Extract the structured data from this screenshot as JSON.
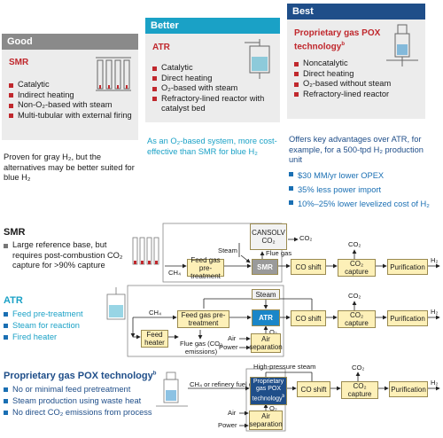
{
  "cards": {
    "good": {
      "header": "Good",
      "title": "SMR",
      "bullets": [
        "Catalytic",
        "Indirect heating",
        "Non-O₂-based with steam",
        "Multi-tubular with external firing"
      ],
      "note": "Proven for gray H₂, but the alternatives may be better suited for blue H₂"
    },
    "better": {
      "header": "Better",
      "title": "ATR",
      "bullets": [
        "Catalytic",
        "Direct heating",
        "O₂-based with steam",
        "Refractory-lined reactor with catalyst bed"
      ],
      "note": "As an O₂-based system, more cost-effective than SMR for blue H₂"
    },
    "best": {
      "header": "Best",
      "title": "Proprietary gas POX technology",
      "title_sup": "b",
      "bullets": [
        "Noncatalytic",
        "Direct heating",
        "O₂-based without steam",
        "Refractory-lined reactor"
      ],
      "note": "Offers key advantages over ATR, for example, for a 500-tpd H₂ production unit",
      "advantages": [
        "$30 MM/yr lower OPEX",
        "35% less power import",
        "10%–25% lower levelized cost of H₂"
      ]
    }
  },
  "sections": {
    "smr": {
      "title": "SMR",
      "bullets": [
        "Large reference base, but requires post-combustion CO₂ capture for >90% capture"
      ]
    },
    "atr": {
      "title": "ATR",
      "bullets": [
        "Feed pre-treatment",
        "Steam for reaction",
        "Fired heater"
      ]
    },
    "pox": {
      "title": "Proprietary gas POX technology",
      "title_sup": "b",
      "bullets": [
        "No or minimal feed pretreatment",
        "Steam production using waste heat",
        "No direct CO₂ emissions from process"
      ]
    }
  },
  "flow": {
    "smr": {
      "cansolv": "CANSOLV CO₂",
      "co2_out": "CO₂",
      "steam": "Steam",
      "flue_gas": "Flue gas",
      "ch4": "CH₄",
      "feed": "Feed gas pre-treatment",
      "reactor": "SMR",
      "shift": "CO shift",
      "co2_top": "CO₂",
      "capture": "CO₂ capture",
      "purification": "Purification",
      "h2": "H₂"
    },
    "atr": {
      "steam": "Steam",
      "co2_top": "CO₂",
      "ch4": "CH₄",
      "feed": "Feed gas pre-treatment",
      "reactor": "ATR",
      "shift": "CO shift",
      "capture": "CO₂ capture",
      "purification": "Purification",
      "h2": "H₂",
      "heater": "Feed heater",
      "flue": "Flue gas (CO₂ emissions)",
      "o2": "O₂",
      "air": "Air",
      "power": "Power",
      "air_sep": "Air separation"
    },
    "pox": {
      "hp_steam": "High-pressure steam",
      "co2_top": "CO₂",
      "feed_in": "CH₄ or refinery fuel gas",
      "reactor": "Proprietary gas POX technology",
      "reactor_sup": "b",
      "shift": "CO shift",
      "capture": "CO₂ capture",
      "purification": "Purification",
      "h2": "H₂",
      "o2": "O₂",
      "air": "Air",
      "power": "Power",
      "air_sep": "Air separation"
    }
  },
  "colors": {
    "good_header": "#8a8a8a",
    "better_header": "#1aa1c6",
    "best_header": "#1f4e89",
    "accent_red": "#c0282d",
    "accent_blue": "#1a6fb3",
    "box_fill": "#fdf0b8",
    "reactor_blue": "#1a86c8",
    "reactor_gray": "#9a9a9a"
  }
}
